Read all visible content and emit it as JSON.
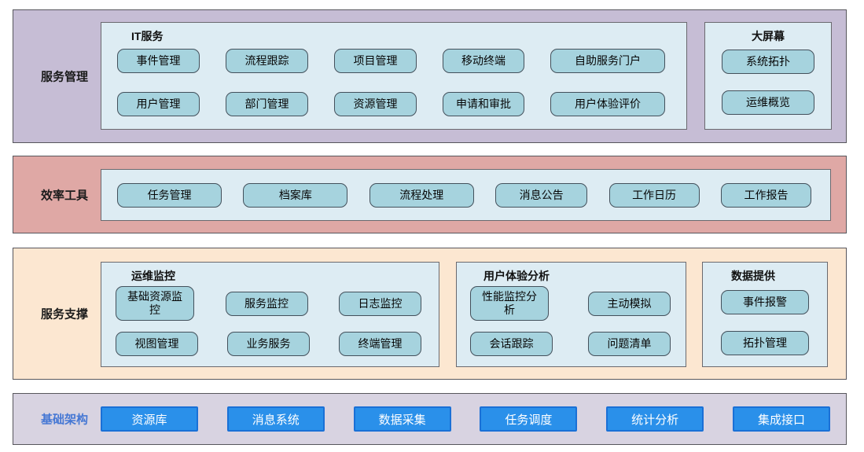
{
  "colors": {
    "band1_bg": "#c6bdd5",
    "band2_bg": "#dfa8a5",
    "band3_bg": "#fce7d1",
    "band4_bg": "#d8d3e1",
    "panel_bg": "#ddecf3",
    "chip_bg": "#a6d3de",
    "chip_border": "#43505b",
    "infra_button_bg": "#2a90ea",
    "infra_button_border": "#1a70d6",
    "infra_label_color": "#4577d4"
  },
  "band1": {
    "label": "服务管理",
    "it_services": {
      "title": "IT服务",
      "row1": [
        "事件管理",
        "流程跟踪",
        "项目管理",
        "移动终端",
        "自助服务门户"
      ],
      "row2": [
        "用户管理",
        "部门管理",
        "资源管理",
        "申请和审批",
        "用户体验评价"
      ]
    },
    "big_screen": {
      "title": "大屏幕",
      "items": [
        "系统拓扑",
        "运维概览"
      ]
    }
  },
  "band2": {
    "label": "效率工具",
    "items": [
      "任务管理",
      "档案库",
      "流程处理",
      "消息公告",
      "工作日历",
      "工作报告"
    ]
  },
  "band3": {
    "label": "服务支撑",
    "ops_monitoring": {
      "title": "运维监控",
      "row1": [
        "基础资源监控",
        "服务监控",
        "日志监控"
      ],
      "row2": [
        "视图管理",
        "业务服务",
        "终端管理"
      ]
    },
    "ux_analysis": {
      "title": "用户体验分析",
      "row1": [
        "性能监控分析",
        "主动模拟"
      ],
      "row2": [
        "会话跟踪",
        "问题清单"
      ]
    },
    "data_provision": {
      "title": "数据提供",
      "items": [
        "事件报警",
        "拓扑管理"
      ]
    }
  },
  "band4": {
    "label": "基础架构",
    "items": [
      "资源库",
      "消息系统",
      "数据采集",
      "任务调度",
      "统计分析",
      "集成接口"
    ]
  }
}
